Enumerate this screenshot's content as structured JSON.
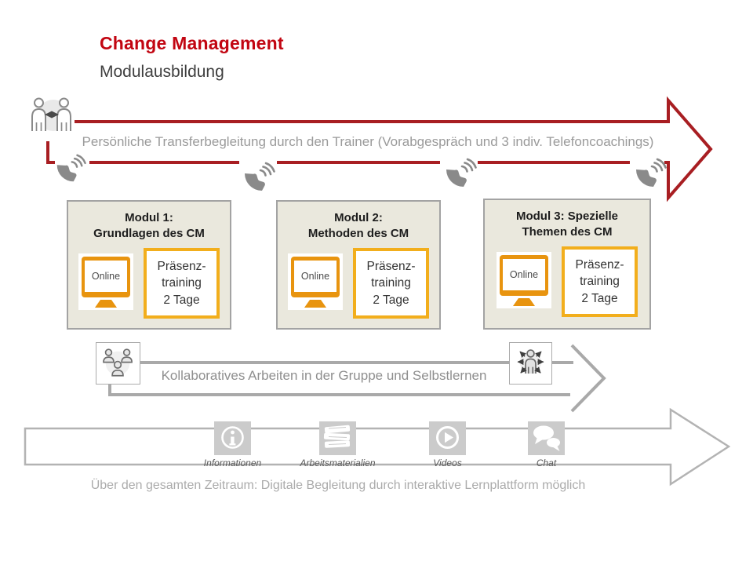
{
  "header": {
    "title": "Change Management",
    "subtitle": "Modulausbildung"
  },
  "top_arrow": {
    "label": "Persönliche Transferbegleitung durch den Trainer (Vorabgespräch und 3 indiv. Telefoncoachings)"
  },
  "modules": [
    {
      "title_line1": "Modul 1:",
      "title_line2": "Grundlagen des CM",
      "online_label": "Online",
      "praesenz_lines": [
        "Präsenz-",
        "training",
        "2 Tage"
      ]
    },
    {
      "title_line1": "Modul 2:",
      "title_line2": "Methoden des CM",
      "online_label": "Online",
      "praesenz_lines": [
        "Präsenz-",
        "training",
        "2 Tage"
      ]
    },
    {
      "title_line1": "Modul 3: Spezielle",
      "title_line2": "Themen des CM",
      "online_label": "Online",
      "praesenz_lines": [
        "Präsenz-",
        "training",
        "2 Tage"
      ]
    }
  ],
  "middle_arrow": {
    "label": "Kollaboratives Arbeiten in der Gruppe und Selbstlernen"
  },
  "bottom_arrow": {
    "items": [
      {
        "icon": "info-icon",
        "label": "Informationen"
      },
      {
        "icon": "books-icon",
        "label": "Arbeitsmaterialien"
      },
      {
        "icon": "play-icon",
        "label": "Videos"
      },
      {
        "icon": "chat-icon",
        "label": "Chat"
      }
    ],
    "caption": "Über den gesamten Zeitraum: Digitale Begleitung durch interaktive Lernplattform möglich"
  },
  "icons": [
    "people-exchange-icon",
    "phone-icon",
    "monitor-icon",
    "group-icon",
    "self-learning-icon",
    "info-icon",
    "books-icon",
    "play-icon",
    "chat-icon"
  ],
  "colors": {
    "title_red": "#C20612",
    "accent_red": "#A81E22",
    "gray_line": "#A9A9A9",
    "icon_gray": "#8A8A8A",
    "beige": "#EAE8DD",
    "orange": "#E8940F",
    "gold": "#F2AE1C",
    "light_icon_bg": "#CBCBCB"
  }
}
